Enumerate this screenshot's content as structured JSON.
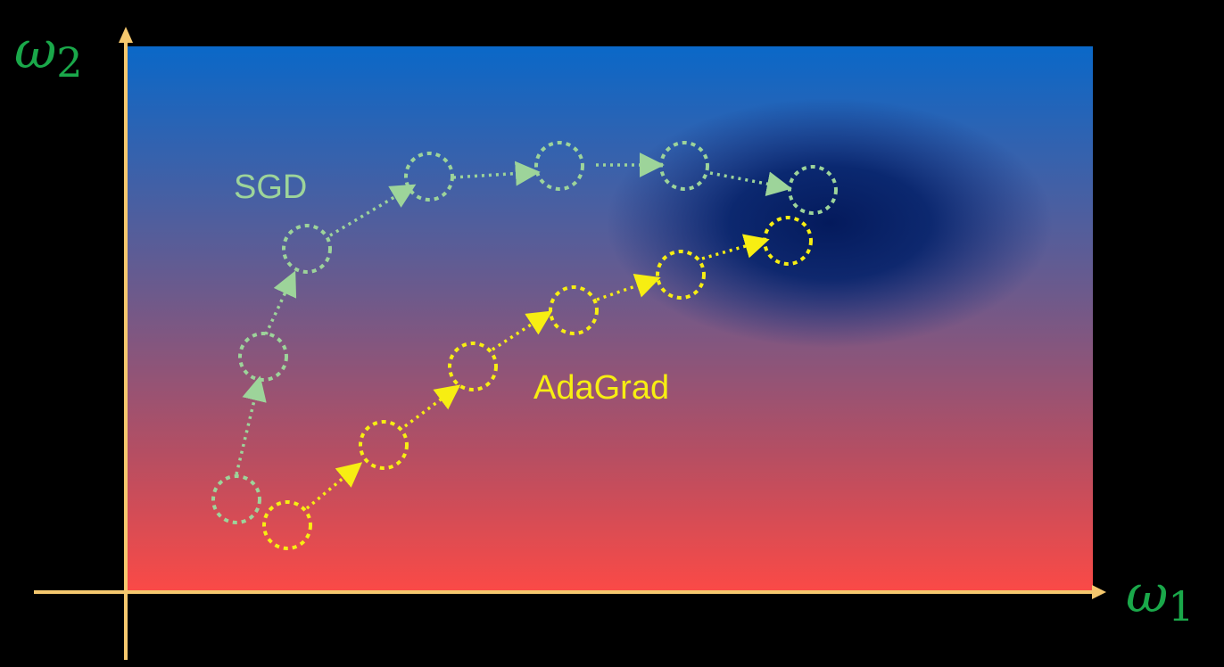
{
  "axes": {
    "x_label": "ω",
    "x_subscript": "1",
    "y_label": "ω",
    "y_subscript": "2"
  },
  "paths": {
    "sgd": {
      "label": "SGD",
      "color": "#9dd49a"
    },
    "adagrad": {
      "label": "AdaGrad",
      "color": "#f7ee12"
    }
  },
  "colors": {
    "background": "#000000",
    "axis": "#f5c86e",
    "axis_label": "#1aa84a",
    "surface_top": "#0a68c8",
    "surface_bottom": "#fb4a46",
    "minimum": "#041a5c"
  }
}
